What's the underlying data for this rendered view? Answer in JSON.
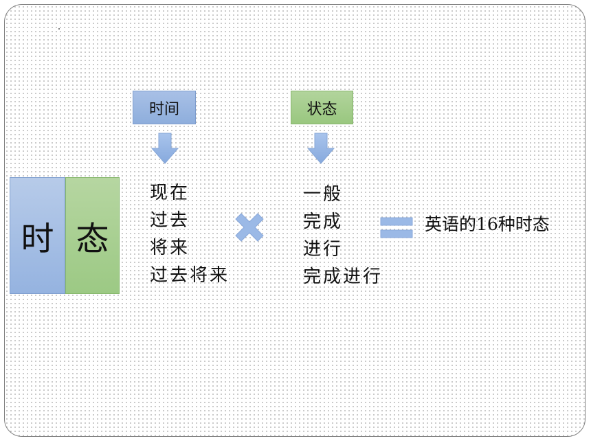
{
  "diagram": {
    "big_time_char": "时",
    "big_state_char": "态",
    "time_label": "时间",
    "state_label": "状态",
    "time_items": [
      "现在",
      "过去",
      "将来",
      "过去将来"
    ],
    "state_items": [
      "一般",
      "完成",
      "进行",
      "完成进行"
    ],
    "result_text": "英语的16种时态",
    "operator_icons": [
      "times-icon",
      "equals-icon"
    ],
    "colors": {
      "time_blue": "#95b3e0",
      "state_green": "#9cc984",
      "arrow_blue": "#8fb1e3",
      "operator_blue": "#9bb9e6"
    }
  }
}
